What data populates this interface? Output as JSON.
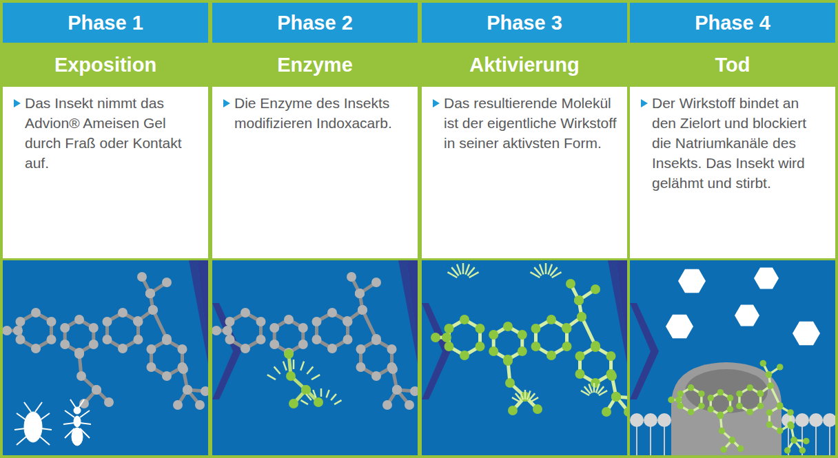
{
  "diagram": {
    "nodes": [
      {
        "text": [
          "Phase 1"
        ]
      },
      {
        "text": [
          "Exposition"
        ]
      },
      {
        "text": [
          "Das Insekt nimmt das Advion® Ameisen Gel durch Fraß oder Kontakt auf."
        ]
      },
      {
        "text": [
          "Phase 2"
        ]
      },
      {
        "text": [
          "Enzyme"
        ]
      },
      {
        "text": [
          "Die Enzyme des Insekts modifizieren Indoxacarb."
        ]
      },
      {
        "text": [
          "Phase 3"
        ]
      },
      {
        "text": [
          "Aktivierung"
        ]
      },
      {
        "text": [
          "Das resultierende Molekül ist der eigentliche Wirkstoff in seiner aktivsten Form."
        ]
      },
      {
        "text": [
          "Phase 4"
        ]
      },
      {
        "text": [
          "Tod"
        ]
      },
      {
        "text": [
          "Der Wirkstoff bindet an den Zielort und blockiert die Natriumkanäle des Insekts. Das Insekt wird gelähmt und stirbt."
        ]
      }
    ]
  }
}
